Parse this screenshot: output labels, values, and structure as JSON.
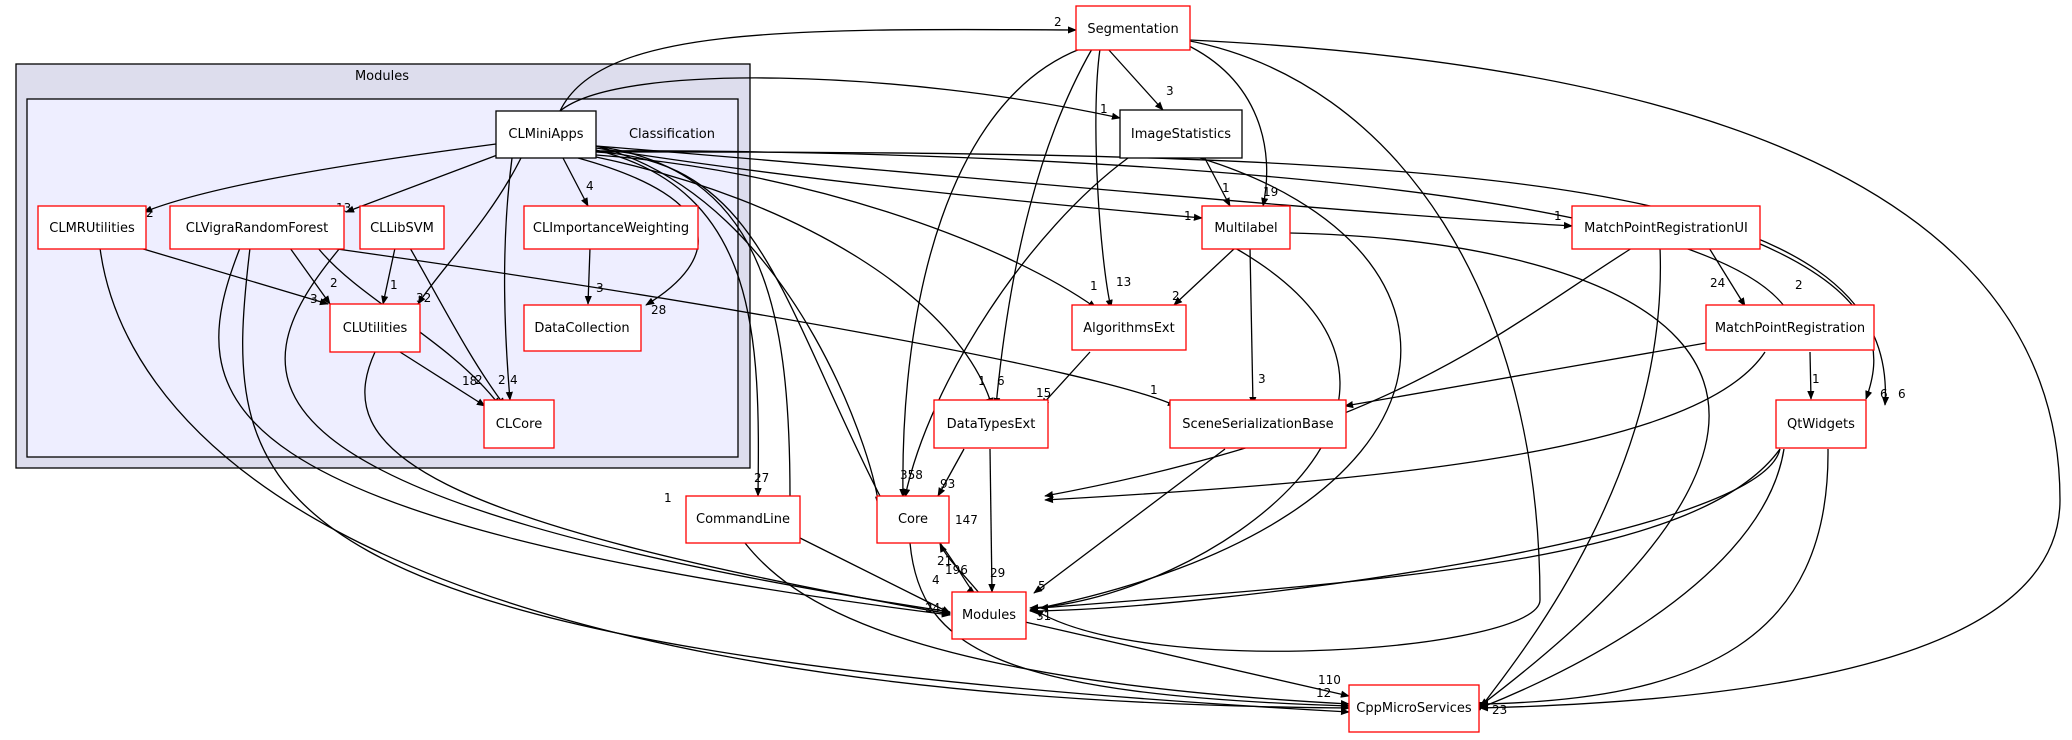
{
  "clusters": {
    "outer": {
      "label": "Modules",
      "fill": "#dddded",
      "stroke": "#000000"
    },
    "inner": {
      "label": "Classification",
      "fill": "#eeeeff",
      "stroke": "#000000"
    }
  },
  "colors": {
    "dependency_node_border": "#ff0000",
    "focus_node_border": "#000000",
    "edge": "#000000"
  },
  "nodes": {
    "segmentation": "Segmentation",
    "image_statistics": "ImageStatistics",
    "cl_mini_apps": "CLMiniApps",
    "cl_mr_utilities": "CLMRUtilities",
    "cl_vigra_random_forest": "CLVigraRandomForest",
    "cl_lib_svm": "CLLibSVM",
    "cl_importance_weighting": "CLImportanceWeighting",
    "cl_utilities": "CLUtilities",
    "data_collection": "DataCollection",
    "cl_core": "CLCore",
    "multilabel": "Multilabel",
    "match_point_registration_ui": "MatchPointRegistrationUI",
    "algorithms_ext": "AlgorithmsExt",
    "match_point_registration": "MatchPointRegistration",
    "data_types_ext": "DataTypesExt",
    "scene_serialization_base": "SceneSerializationBase",
    "qt_widgets": "QtWidgets",
    "core": "Core",
    "command_line": "CommandLine",
    "modules": "Modules",
    "cpp_micro_services": "CppMicroServices"
  },
  "edge_labels": {
    "miniapps_segmentation": "2",
    "miniapps_imagestatistics": "1",
    "segmentation_imagestatistics": "3",
    "segmentation_multilabel": "19",
    "segmentation_algorithmsext": "13",
    "segmentation_datatypesext": "6",
    "imagestatistics_multilabel": "1",
    "miniapps_mrutilities": "2",
    "miniapps_vigra": "13",
    "miniapps_importance": "4",
    "miniapps_datacollection": "28",
    "miniapps_clutilities": "32",
    "miniapps_clcore": "4",
    "miniapps_multilabel": "1",
    "miniapps_mpregui": "1",
    "miniapps_mpreg": "2",
    "miniapps_algorithmsext": "1",
    "miniapps_datatypesext": "1",
    "miniapps_commandline": "27",
    "miniapps_qtwidgets": "6",
    "vigra_clutilities": "2",
    "mrutilities_clutilities": "3",
    "libsvm_clutilities": "1",
    "libsvm_clcore": "2",
    "vigra_clcore": "2",
    "clutilities_clcore": "18",
    "importance_datacollection": "3",
    "vigra_sceneserial": "1",
    "multilabel_algorithmsext": "2",
    "multilabel_sceneserial": "3",
    "algorithmsext_datatypesext": "15",
    "mpregui_mpreg": "24",
    "mpreg_qtwidgets": "1",
    "mpreg_sceneserial": "1",
    "mpregui_qtwidgets": "6",
    "datatypesext_core": "93",
    "datatypesext_modules": "29",
    "sceneserial_modules": "5",
    "core_modules": "196",
    "modules_core": "21",
    "commandline_modules": "4",
    "core_counts_left": "358",
    "core_counts_right": "147",
    "commandline_in": "1",
    "modules_cpp": "110",
    "modules_cpp_2": "12",
    "cpp_right": "23",
    "modules_multi": "24",
    "modules_right": "31"
  }
}
